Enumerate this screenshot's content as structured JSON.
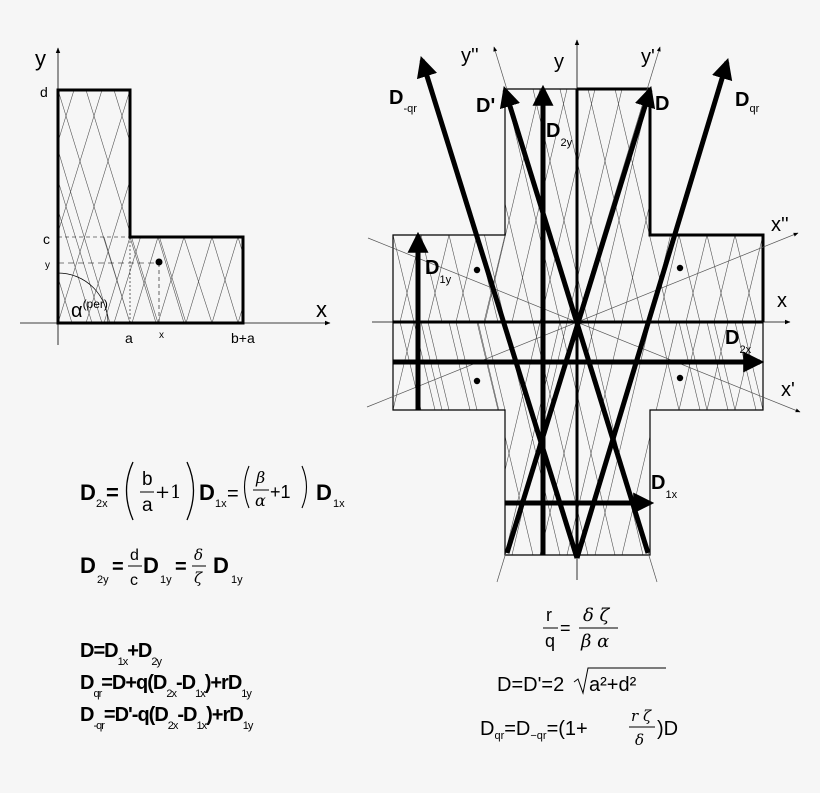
{
  "left_diagram": {
    "axis_labels": {
      "y": "y",
      "x": "x"
    },
    "tick_labels": {
      "d": "d",
      "c": "c",
      "y": "y",
      "a": "a",
      "x": "x",
      "b_plus_a": "b+a"
    },
    "angle_label": {
      "base": "α",
      "sup": "(per)"
    }
  },
  "right_diagram": {
    "axis_labels": {
      "y": "y",
      "y_prime": "y'",
      "y_double_prime": "y''",
      "x": "x",
      "x_prime": "x'",
      "x_double_prime": "x''"
    },
    "vectors": {
      "D": "D",
      "D_prime": "D'",
      "D_qr": {
        "base": "D",
        "sub": "qr"
      },
      "D_minus_qr": {
        "base": "D",
        "sub": "-qr"
      },
      "D_2y": {
        "base": "D",
        "sub": "2y"
      },
      "D_1y": {
        "base": "D",
        "sub": "1y"
      },
      "D_2x": {
        "base": "D",
        "sub": "2x"
      },
      "D_1x": {
        "base": "D",
        "sub": "1x"
      }
    }
  },
  "formulas_left": {
    "f1": {
      "lhs": "D",
      "lhs_sub": "2x",
      "eq": "=",
      "frac1_num": "b",
      "frac1_den": "a",
      "plus1": "+1",
      "mid": "D",
      "mid_sub": "1x",
      "eq2": "=",
      "frac2_num": "β",
      "frac2_den": "α",
      "plus2": "+1",
      "rhs": "D",
      "rhs_sub": "1x"
    },
    "f2": {
      "lhs": "D",
      "lhs_sub": "2y",
      "eq": "=",
      "frac1_num": "d",
      "frac1_den": "c",
      "mid": "D",
      "mid_sub": "1y",
      "eq2": "=",
      "frac2_num": "δ",
      "frac2_den": "ζ",
      "rhs": "D",
      "rhs_sub": "1y"
    },
    "f3": [
      "D=D",
      "1x",
      "+D",
      "2y"
    ],
    "f4": [
      "D",
      "qr",
      "=D+q(D",
      "2x",
      "-D",
      "1x",
      ")+rD",
      "1y"
    ],
    "f5": [
      "D",
      "-qr",
      "=D'-q(D",
      "2x",
      "-D",
      "1x",
      ")+rD",
      "1y"
    ]
  },
  "formulas_right": {
    "f1": {
      "lhs_num": "r",
      "lhs_den": "q",
      "eq": "=",
      "rhs_num": "δ ζ",
      "rhs_den": "β α"
    },
    "f2": {
      "text": "D=D'=2",
      "radicand": "a²+d²"
    },
    "f3": {
      "p1": "D",
      "s1": "qr",
      "p2": "=D",
      "s2": "−qr",
      "p3": "=(1+",
      "num": "r ζ",
      "den": "δ",
      "p4": ")D"
    }
  }
}
